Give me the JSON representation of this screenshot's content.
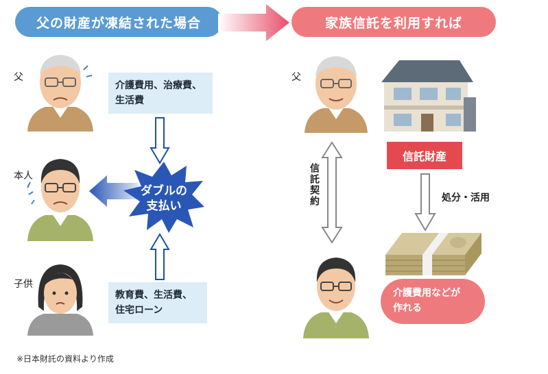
{
  "left": {
    "header": "父の財産が凍結された場合",
    "father_label": "父",
    "self_label": "本人",
    "child_label": "子供",
    "top_expense": [
      "介護費用、治療費、",
      "生活費"
    ],
    "bottom_expense": [
      "教育費、生活費、",
      "住宅ローン"
    ],
    "burst": [
      "ダブルの",
      "支払い"
    ]
  },
  "right": {
    "header": "家族信託を利用すれば",
    "father_label": "父",
    "contract": "信託契約",
    "trust_property": "信託財産",
    "use_label": "処分・活用",
    "benefit": [
      "介護費用などが",
      "作れる"
    ]
  },
  "footnote": "※日本財託の資料より作成",
  "colors": {
    "blue": "#5a9bd3",
    "pink": "#ef7a7d",
    "red": "#e34a4f",
    "navy": "#1e4fa3",
    "skin": "#f3c9a5",
    "shirt_green": "#a5b26a"
  }
}
